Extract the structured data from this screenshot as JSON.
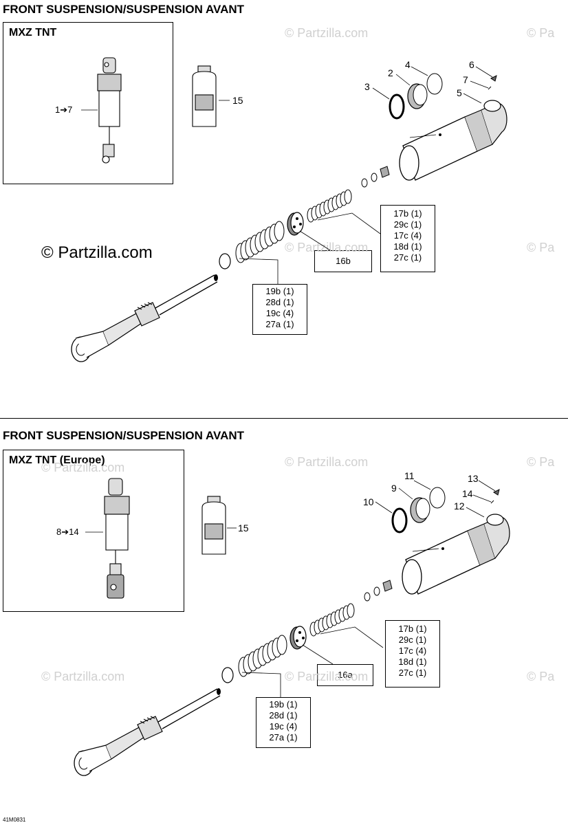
{
  "sections": [
    {
      "title": "FRONT SUSPENSION/SUSPENSION AVANT",
      "inset_label": "MXZ TNT",
      "inset_callout": "1➔7",
      "bottle_callout": "15",
      "callouts": [
        "2",
        "3",
        "4",
        "5",
        "6",
        "7"
      ],
      "box_spring_lower": [
        "19b (1)",
        "28d (1)",
        "19c (4)",
        "27a (1)"
      ],
      "box_piston": "16b",
      "box_spring_upper": [
        "17b (1)",
        "29c (1)",
        "17c (4)",
        "18d (1)",
        "27c (1)"
      ]
    },
    {
      "title": "FRONT SUSPENSION/SUSPENSION AVANT",
      "inset_label": "MXZ TNT (Europe)",
      "inset_callout": "8➔14",
      "bottle_callout": "15",
      "callouts": [
        "9",
        "10",
        "11",
        "12",
        "13",
        "14"
      ],
      "box_spring_lower": [
        "19b (1)",
        "28d (1)",
        "19c (4)",
        "27a (1)"
      ],
      "box_piston": "16a",
      "box_spring_upper": [
        "17b (1)",
        "29c (1)",
        "17c (4)",
        "18d (1)",
        "27c (1)"
      ]
    }
  ],
  "watermark": "© Partzilla.com",
  "watermark_partial": "© Pa",
  "footer_code": "41M0831"
}
